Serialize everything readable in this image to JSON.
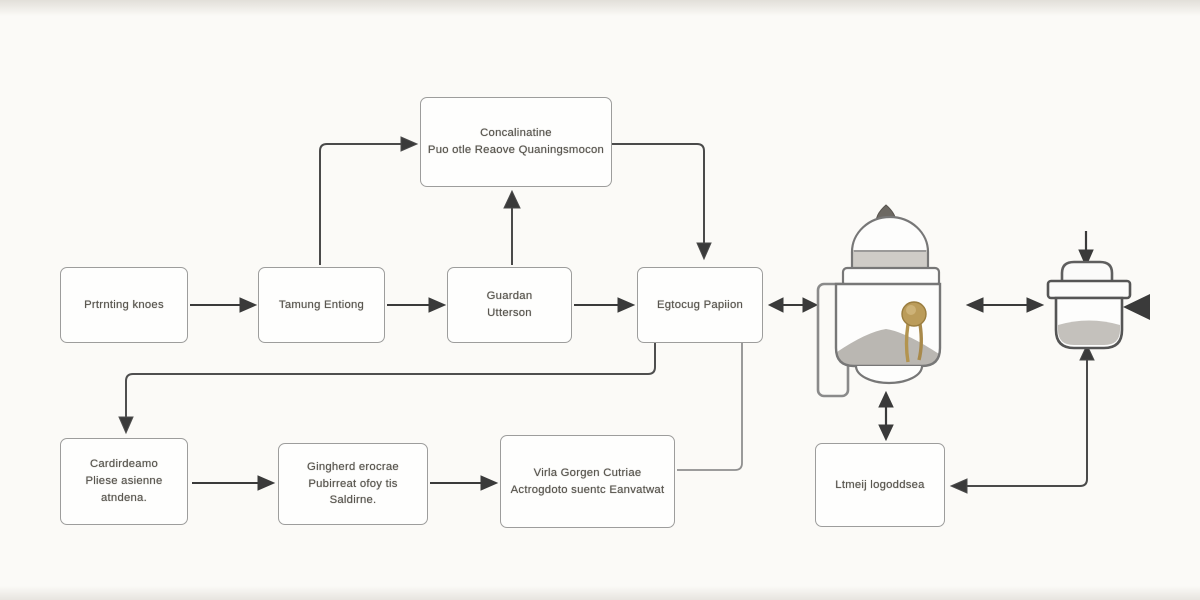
{
  "diagram": {
    "title": "process-flowchart",
    "nodes": {
      "top": {
        "lines": [
          "Concalinatine",
          "Puo otle Reaove Quaningsmocon"
        ]
      },
      "a": {
        "lines": [
          "Prtrnting knoes"
        ]
      },
      "b": {
        "lines": [
          "Tamung Entiong"
        ]
      },
      "c": {
        "lines": [
          "Guardan",
          "Utterson"
        ]
      },
      "d": {
        "lines": [
          "Egtocug Papiion"
        ]
      },
      "e": {
        "lines": [
          "Cardirdeamo",
          "Pliese asienne",
          "atndena."
        ]
      },
      "f": {
        "lines": [
          "Gingherd erocrae",
          "Pubirreat ofoy tis",
          "Saldirne."
        ]
      },
      "g": {
        "lines": [
          "Virla Gorgen Cutriae",
          "Actrogdoto suentc Eanvatwat"
        ]
      },
      "h": {
        "lines": [
          "Ltmeij logoddsea"
        ]
      }
    },
    "icons": {
      "canister": "canister-jar-icon",
      "pot": "small-pot-icon",
      "drop": "drop-icon",
      "seal": "gold-seal-icon"
    },
    "colors": {
      "background": "#fbfaf7",
      "box_border": "#9d9d9c",
      "box_fill": "#fefefd",
      "text": "#59564f",
      "arrow": "#3a3a3a",
      "jar_outline": "#6f6f6f",
      "powder_gray": "#bab7b2",
      "seal_gold": "#bb9c5a"
    }
  }
}
